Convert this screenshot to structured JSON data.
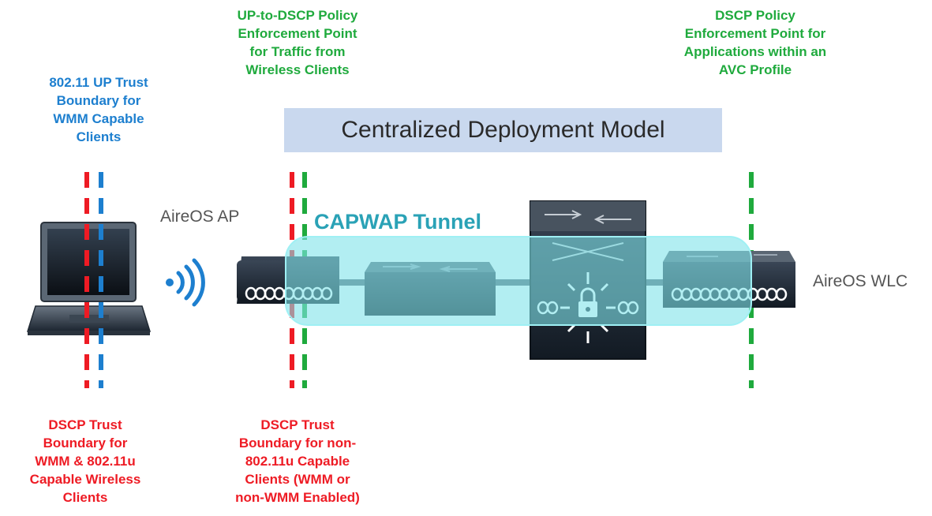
{
  "labels": {
    "up_dscp_policy": "UP-to-DSCP Policy\nEnforcement Point\nfor Traffic from\nWireless Clients",
    "dscp_policy_avc": "DSCP Policy\nEnforcement Point for\nApplications within an\nAVC Profile",
    "up_trust_boundary": "802.11 UP Trust\nBoundary for\nWMM Capable\nClients",
    "dscp_trust_wmm": "DSCP Trust\nBoundary for\nWMM & 802.11u\nCapable Wireless\nClients",
    "dscp_trust_non": "DSCP Trust\nBoundary for non-\n802.11u Capable\nClients (WMM or\nnon-WMM Enabled)"
  },
  "title": "Centralized Deployment Model",
  "tunnel": "CAPWAP Tunnel",
  "devices": {
    "ap": "AireOS AP",
    "wlc": "AireOS WLC"
  },
  "colors": {
    "red": "#ee1b24",
    "green": "#1faa3d",
    "blue": "#1d7fcf",
    "tunnel": "#7fe3ea",
    "title_bg": "#c9d8ee",
    "device_dark": "#1f2a36"
  }
}
